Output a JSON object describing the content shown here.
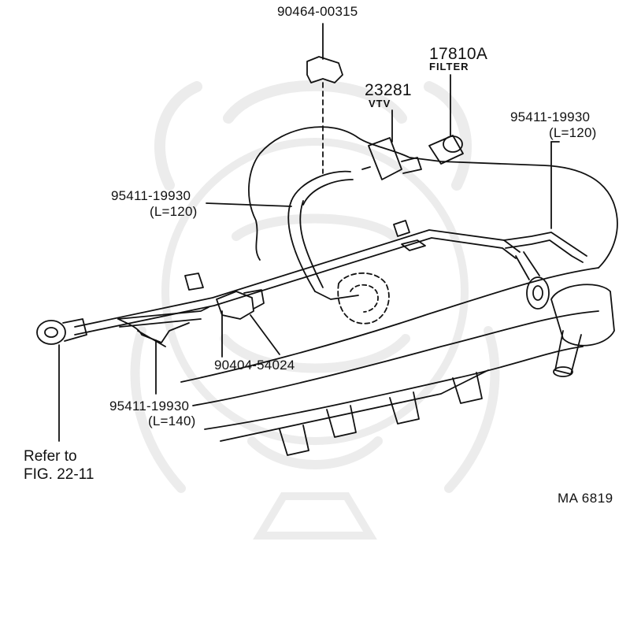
{
  "parts": {
    "clip": {
      "part_number": "90464-00315"
    },
    "filter": {
      "part_number": "17810A",
      "name": "FILTER"
    },
    "vtv": {
      "part_number": "23281",
      "name": "VTV"
    },
    "hose_right": {
      "part_number": "95411-19930",
      "length": "(L=120)"
    },
    "hose_left": {
      "part_number": "95411-19930",
      "length": "(L=120)"
    },
    "union_bolt": {
      "part_number": "90404-54024"
    },
    "hose_lower": {
      "part_number": "95411-19930",
      "length": "(L=140)"
    }
  },
  "reference": {
    "line1": "Refer to",
    "line2": "FIG. 22-11"
  },
  "diagram_code": "MA  6819",
  "colors": {
    "ink": "#111111",
    "watermark": "#ececec",
    "background": "#ffffff"
  }
}
